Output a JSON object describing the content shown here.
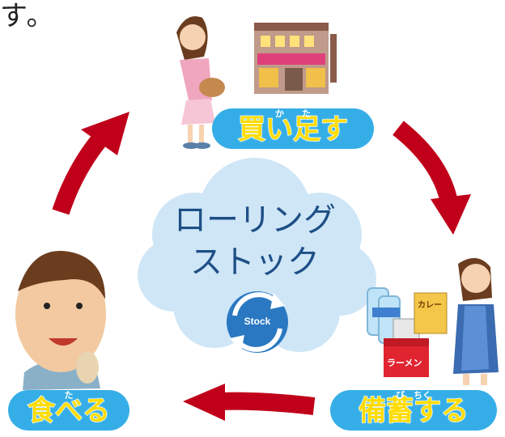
{
  "header_fragment": "す。",
  "center": {
    "line1": "ローリング",
    "line2": "ストック",
    "badge": "Stock"
  },
  "steps": {
    "buy": {
      "label": "買い足す",
      "ruby": "か　　た"
    },
    "stock": {
      "label": "備蓄する",
      "ruby": "び　ちく"
    },
    "eat": {
      "label": "食べる",
      "ruby": "た"
    }
  },
  "products": {
    "ramen_box": "ラーメン",
    "curry_box": "カレー"
  },
  "colors": {
    "arrow": "#c0001a",
    "pill": "#35aee8",
    "pill_text": "#ffdc00",
    "cloud": "#cfe6f7",
    "cloud_text": "#1e4f86"
  }
}
